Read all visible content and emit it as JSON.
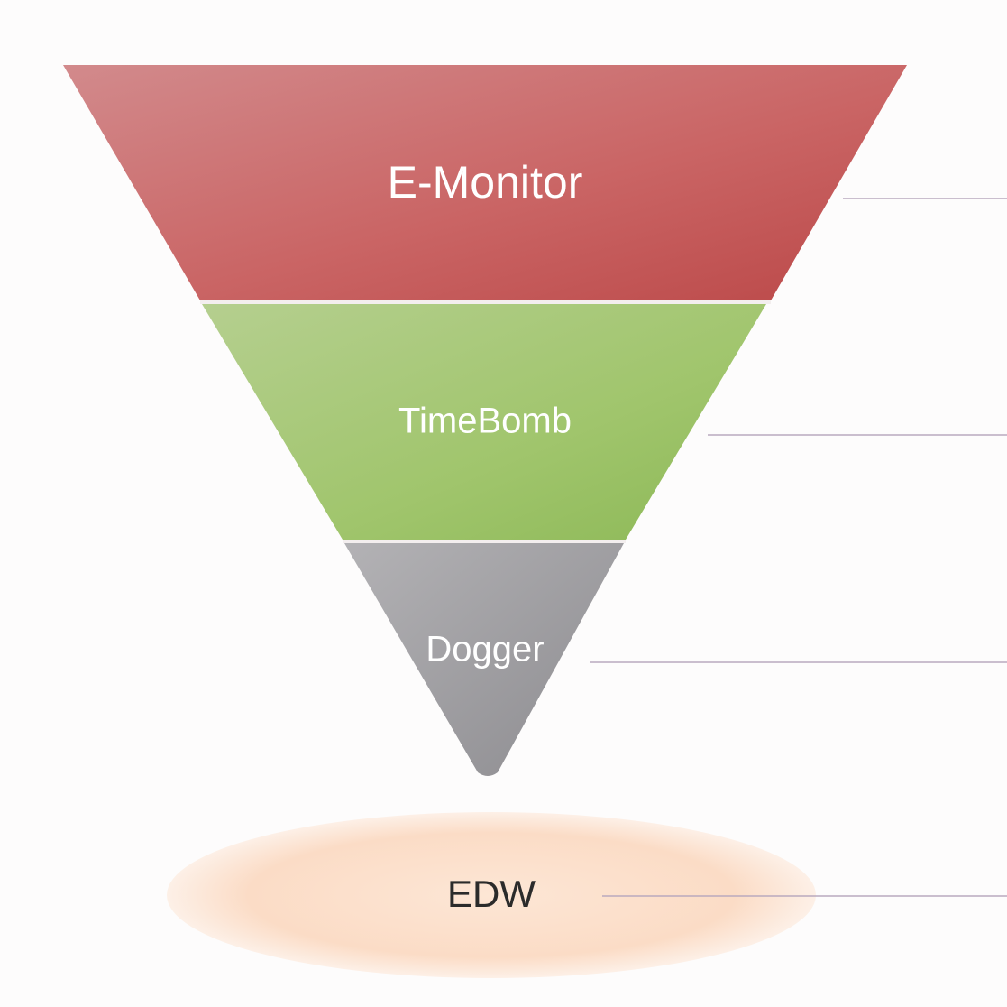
{
  "funnel": {
    "tiers": [
      {
        "label": "E-Monitor",
        "color": "#c95c5c"
      },
      {
        "label": "TimeBomb",
        "color": "#9cc266"
      },
      {
        "label": "Dogger",
        "color": "#98979b"
      }
    ]
  },
  "base": {
    "label": "EDW",
    "color": "#fbdcc8"
  }
}
